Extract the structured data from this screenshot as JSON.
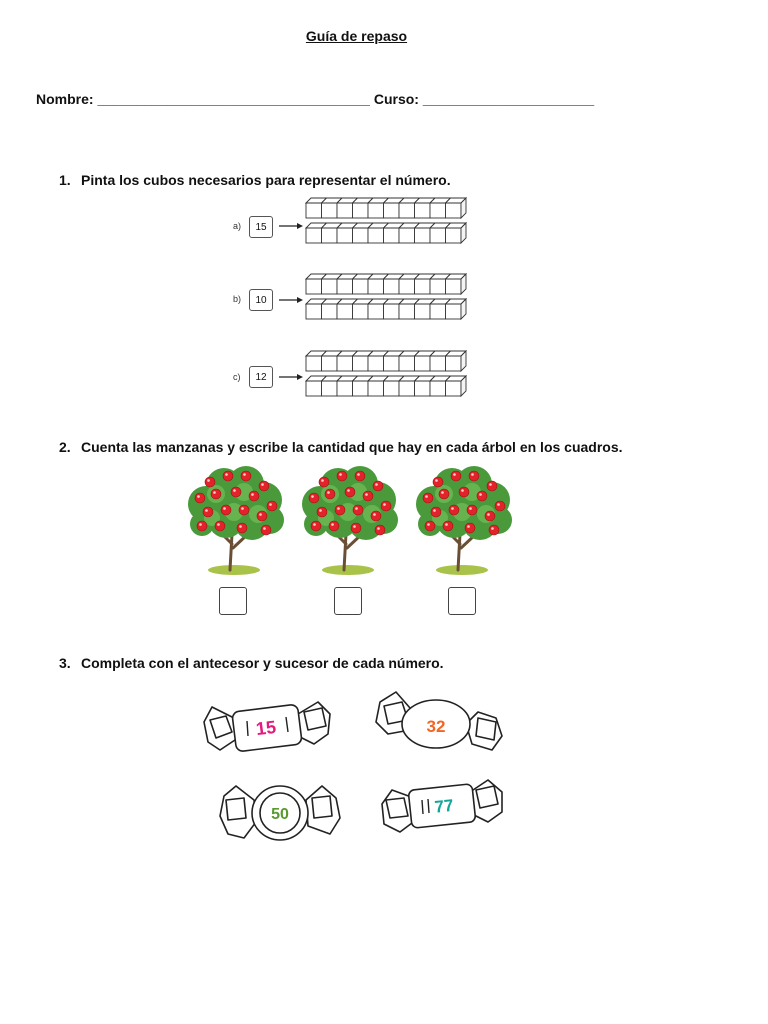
{
  "title": "Guía de repaso",
  "header": {
    "name_line": "Nombre: ___________________________________ Curso: ______________________"
  },
  "q1": {
    "number": "1.",
    "text": "Pinta los cubos necesarios para representar el número.",
    "rows": [
      {
        "label": "a)",
        "value": "15"
      },
      {
        "label": "b)",
        "value": "10"
      },
      {
        "label": "c)",
        "value": "12"
      }
    ]
  },
  "q2": {
    "number": "2.",
    "text": "Cuenta las manzanas y escribe la cantidad que hay en cada árbol en los cuadros."
  },
  "q3": {
    "number": "3.",
    "text": "Completa con el antecesor y sucesor de cada número.",
    "candies": [
      {
        "value": "15",
        "color": "#e6197e"
      },
      {
        "value": "32",
        "color": "#f26522"
      },
      {
        "value": "50",
        "color": "#5a9a2c"
      },
      {
        "value": "77",
        "color": "#12a59a"
      }
    ]
  }
}
